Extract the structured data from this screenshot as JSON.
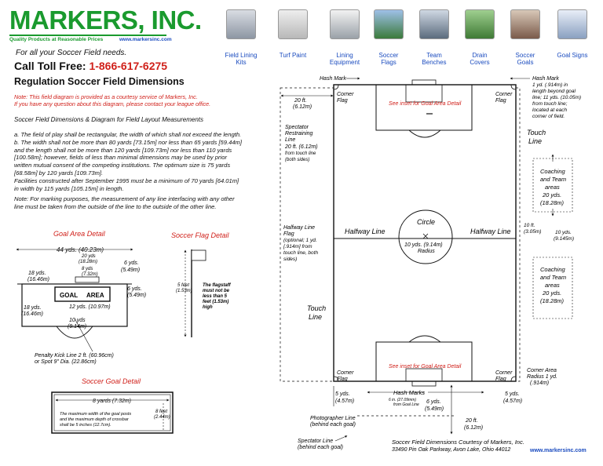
{
  "header": {
    "logo": "MARKERS, INC.",
    "tagline": "Quality Products at Reasonable Prices",
    "website": "www.markersinc.com",
    "intro": "For all your Soccer Field needs.",
    "phone_prefix": "Call Toll Free:",
    "phone": "1-866-617-6275",
    "title": "Regulation Soccer Field Dimensions"
  },
  "nav": [
    {
      "label": "Field Lining Kits",
      "icon": "field-lining-kit-icon"
    },
    {
      "label": "Turf Paint",
      "icon": "turf-paint-icon"
    },
    {
      "label": "Lining Equipment",
      "icon": "lining-equipment-icon"
    },
    {
      "label": "Soccer Flags",
      "icon": "soccer-flag-icon"
    },
    {
      "label": "Team Benches",
      "icon": "team-bench-icon"
    },
    {
      "label": "Drain Covers",
      "icon": "drain-cover-icon"
    },
    {
      "label": "Soccer Goals",
      "icon": "soccer-goal-icon"
    },
    {
      "label": "Goal Signs",
      "icon": "goal-sign-icon"
    }
  ],
  "notes": {
    "line1": "Note: This field diagram is provided as a courtesy service of Markers, Inc.",
    "line2": "If you have any question about this diagram, please contact your league office."
  },
  "body": {
    "subtitle": "Soccer Field Dimensions & Diagram for Field Layout Measurements",
    "a": "a. The field of play shall be rectangular, the width of which shall not exceed the length.",
    "b1": "b. The width shall not be more than 80 yards [73.15m] nor less than 65 yards [59.44m]",
    "b2": "and the length shall not be more than 120 yards [109.73m] nor less than 110 yards",
    "b3": "[100.58m]; however, fields of less than minimal dimensions may be used by prior",
    "b4": "written mutual consent of the competing institutions. The optimum size is 75 yards",
    "b5": "[68.58m] by 120 yards [109.73m].",
    "c1": "Facilities constructed after September 1995 must be a minimum of 70 yards [64.01m]",
    "c2": "in width by 115 yards [105.15m] in length.",
    "n1": "Note: For marking purposes, the measurement of any line interfacing with any other",
    "n2": "line must be taken from the outside of the line to the outside of the other line."
  },
  "goal_area": {
    "title": "Goal Area Detail",
    "width": "44 yds. (40.23m)",
    "w20a": "20 yds",
    "w20b": "(18.28m)",
    "w8a": "8 yds",
    "w8b": "(7.32m)",
    "w6a": "6 yds.",
    "w6b": "(5.49m)",
    "d18a": "18 yds.",
    "d18b": "(16.46m)",
    "d6a": "6 yds.",
    "d6b": "(5.49m)",
    "label_goal": "GOAL",
    "label_area": "AREA",
    "w12": "12 yds. (10.97m)",
    "s18a": "18 yds.",
    "s18b": "(16.46m)",
    "d10a": "10 yds",
    "d10b": "(9.14m)",
    "penalty1": "Penalty Kick Line 2 ft. (60.96cm)",
    "penalty2": "or Spot 9\" Dia. (22.86cm)"
  },
  "flag": {
    "title": "Soccer Flag Detail",
    "height1": "5 feet",
    "height2": "(1.53m)",
    "n1": "The flagstaff",
    "n2": "must not be",
    "n3": "less than 5",
    "n4": "feet (1.53m)",
    "n5": "high"
  },
  "goal": {
    "title": "Soccer Goal Detail",
    "width": "8 yards (7.32m)",
    "height1": "8 feet",
    "height2": "(2.44m)",
    "n1": "The maximum width of the goal posts",
    "n2": "and the maximum depth of crossbar",
    "n3": "shall be 5 inches (12.7cm)."
  },
  "field": {
    "hash_mark": "Hash Mark",
    "hash_r1": "Hash Mark",
    "hash_r2": "1 yd. (.914m) in",
    "hash_r3": "length beyond goal",
    "hash_r4": "line; 11 yds. (10.05m)",
    "hash_r5": "from touch line;",
    "hash_r6": "located at each",
    "hash_r7": "corner of field.",
    "ft20a": "20 ft.",
    "ft20b": "(6.12m)",
    "corner": "Corner",
    "flag": "Flag",
    "inset": "See inset for Goal Area Detail",
    "spect1": "Spectator",
    "spect2": "Restraining",
    "spect3": "Line",
    "spect4": "20 ft. (6.12m)",
    "spect5": "from touch line",
    "spect6": "(both sides)",
    "touch1": "Touch",
    "touch2": "Line",
    "coach1": "Coaching",
    "coach2": "and Team",
    "coach3": "areas",
    "coach4": "20 yds.",
    "coach5": "(18.28m)",
    "half1": "Halfway Line",
    "half2": "Flag",
    "half3": "(optional; 1 yd.",
    "half4": "[.914m] from",
    "half5": "touch line, both",
    "half6": "sides)",
    "halfway": "Halfway Line",
    "circle": "Circle",
    "radius1": "10 yds. (9.14m)",
    "radius2": "Radius",
    "ft10a": "10 ft.",
    "ft10b": "(3.05m)",
    "yd10a": "10 yds.",
    "yd10b": "(9.145m)",
    "ca1": "Corner Area",
    "ca2": "Radius 1 yd.",
    "ca3": "(.914m)",
    "y5a": "5 yds.",
    "y5b": "(4.57m)",
    "hm1": "Hash Marks",
    "hm2": "6 in. (27.09mm)",
    "hm3": "from Goal Line",
    "y6a": "6 yds.",
    "y6b": "(5.49m)",
    "photo1": "Photographer Line",
    "photo2": "(behind each goal)",
    "spl1": "Spectator Line",
    "spl2": "(behind each goal)",
    "footer1": "Soccer Field Dimensions Courtesy of Markers, Inc.",
    "footer2": "33490 Pin Oak Parkway, Avon Lake, Ohio 44012",
    "footer_web": "www.markersinc.com"
  },
  "colors": {
    "brand_green": "#1a9a2e",
    "accent_red": "#d0201a",
    "link_blue": "#1a4bbf"
  }
}
